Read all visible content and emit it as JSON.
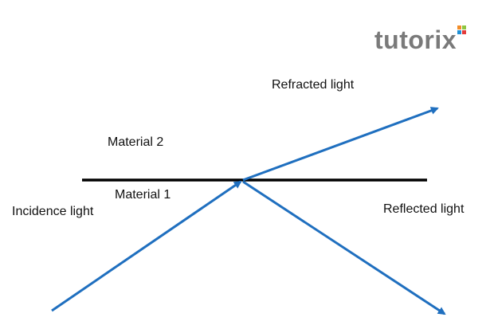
{
  "logo": {
    "text": "tutorix",
    "dot_colors": [
      "#f28c28",
      "#8dc63f",
      "#1e90d6",
      "#e33b3b"
    ],
    "text_color": "#7a7a7a"
  },
  "labels": {
    "refracted": "Refracted light",
    "material_2": "Material 2",
    "material_1": "Material 1",
    "incidence": "Incidence light",
    "reflected": "Reflected light"
  },
  "colors": {
    "ray": "#1f6fbf",
    "interface": "#000000"
  }
}
